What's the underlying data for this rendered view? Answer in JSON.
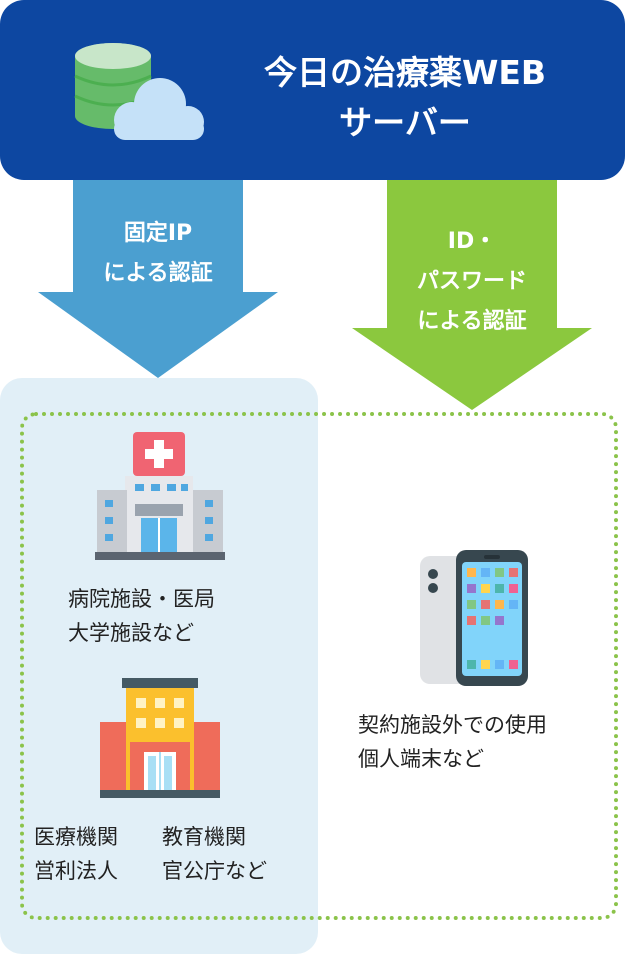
{
  "header": {
    "title": "今日の治療薬WEB\nサーバー",
    "icon": "database-cloud-icon",
    "color": "#0D47A1"
  },
  "left_arrow": {
    "label": "固定IP\nによる認証",
    "color": "#4B9FD0"
  },
  "right_arrow": {
    "label": "ID・\nパスワード\nによる認証",
    "color": "#8BC83E"
  },
  "institutions": {
    "hospital": {
      "icon": "hospital-icon",
      "caption": "病院施設・医局\n大学施設など"
    },
    "building": {
      "icon": "office-building-icon",
      "caption_left": "医療機関\n営利法人",
      "caption_right": "教育機関\n官公庁など"
    },
    "panel_color": "#E1EFF7"
  },
  "personal": {
    "icon": "smartphone-icon",
    "caption": "契約施設外での使用\n個人端末など",
    "frame_color": "#8BC34A"
  }
}
